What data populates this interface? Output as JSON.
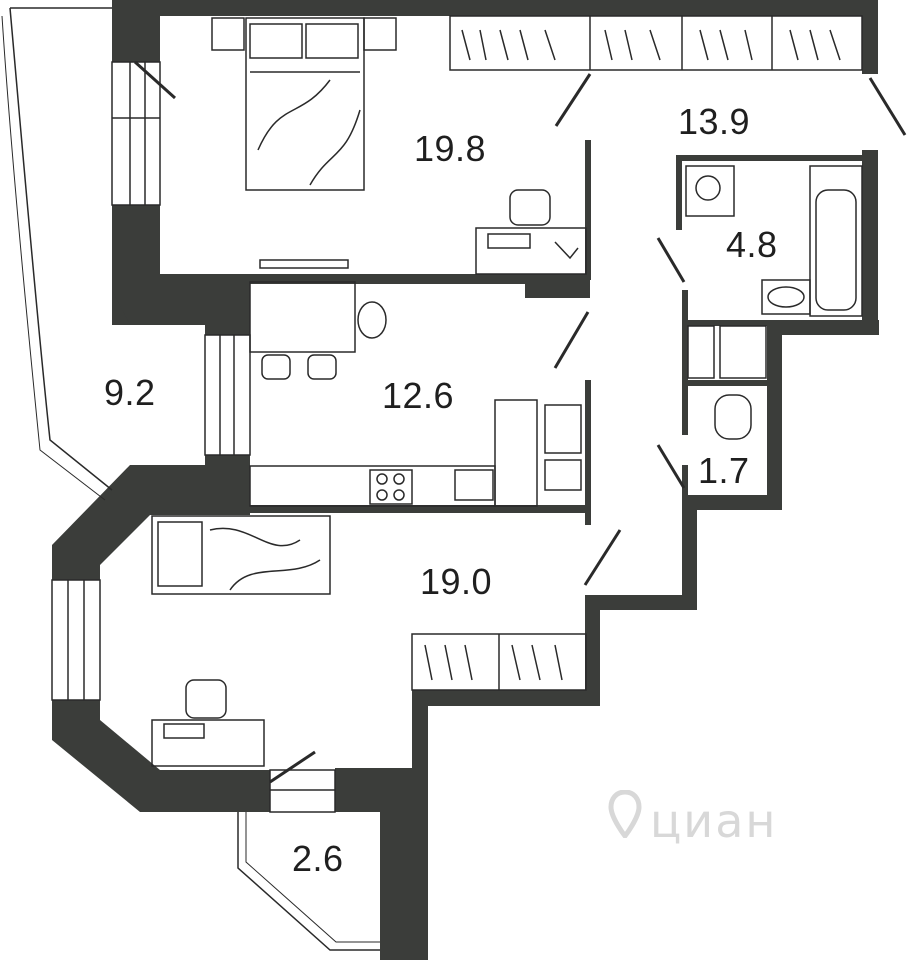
{
  "rooms": [
    {
      "id": "bedroom-1",
      "area": "19.8"
    },
    {
      "id": "hall",
      "area": "13.9"
    },
    {
      "id": "bathroom",
      "area": "4.8"
    },
    {
      "id": "balcony-1",
      "area": "9.2"
    },
    {
      "id": "kitchen",
      "area": "12.6"
    },
    {
      "id": "toilet",
      "area": "1.7"
    },
    {
      "id": "bedroom-2",
      "area": "19.0"
    },
    {
      "id": "balcony-2",
      "area": "2.6"
    }
  ],
  "watermark": {
    "text": "циан"
  },
  "colors": {
    "wall": "#3b3d3a",
    "line": "#2a2a2a",
    "background": "#ffffff"
  }
}
